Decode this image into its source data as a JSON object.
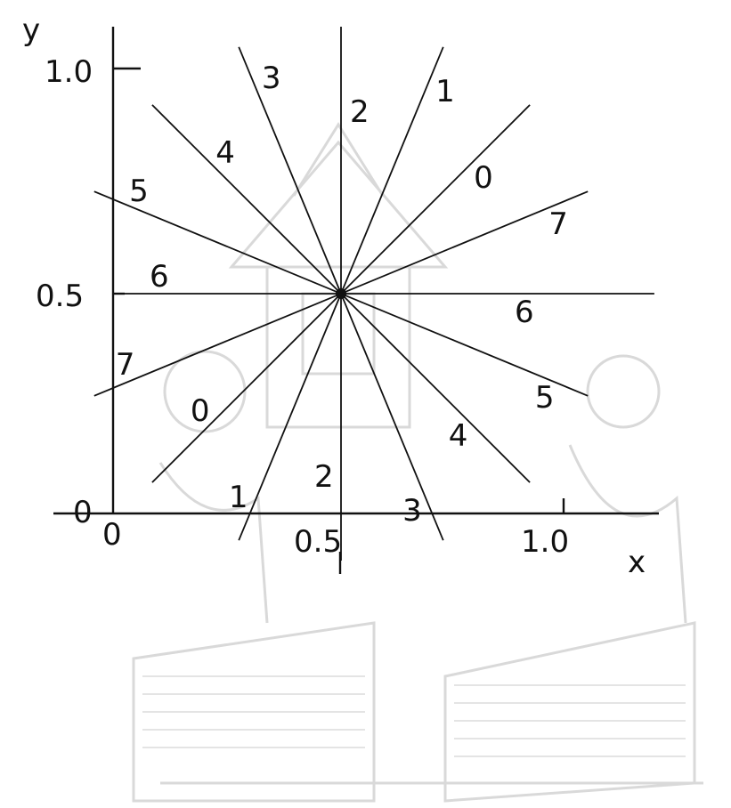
{
  "diagram": {
    "x_axis_label": "x",
    "y_axis_label": "y",
    "x_ticks": [
      "0",
      "0.5",
      "1.0"
    ],
    "y_ticks": [
      "0",
      "0.5",
      "1.0"
    ],
    "center": "(0.5, 0.5)",
    "rays": [
      {
        "label": "2",
        "angle_deg": 90
      },
      {
        "label": "1",
        "angle_deg": 67.5
      },
      {
        "label": "0",
        "angle_deg": 45
      },
      {
        "label": "7",
        "angle_deg": 22.5
      },
      {
        "label": "6",
        "angle_deg": 0
      },
      {
        "label": "5",
        "angle_deg": -22.5
      },
      {
        "label": "4",
        "angle_deg": -45
      },
      {
        "label": "3",
        "angle_deg": -67.5
      }
    ]
  },
  "watermark": {
    "description_icon": "university-seal-icon"
  }
}
